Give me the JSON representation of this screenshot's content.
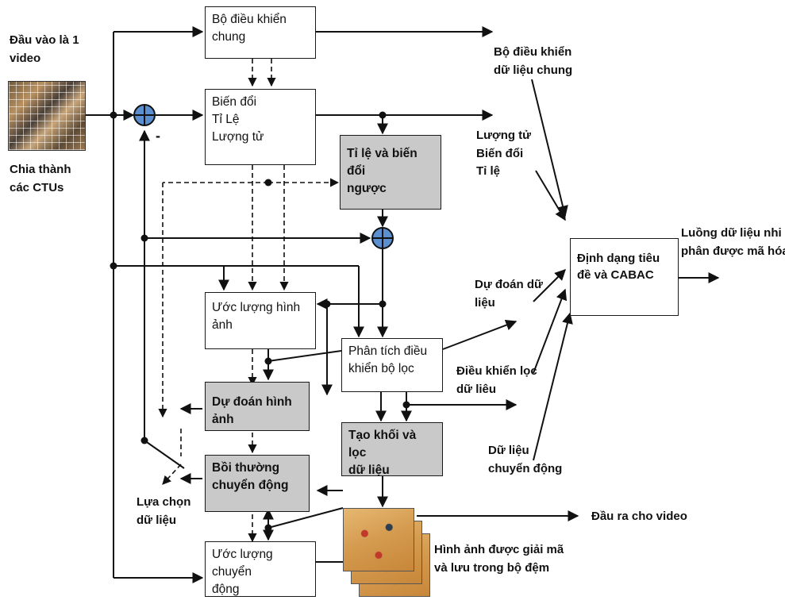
{
  "labels": {
    "input": [
      "Đầu vào là 1",
      "video"
    ],
    "split": [
      "Chia thành",
      "các CTUs"
    ],
    "general_control_data": [
      "Bộ điều khiển",
      "dữ liệu chung"
    ],
    "quant_transform": [
      "Lượng tử",
      "Biến đổi",
      "Tỉ lệ"
    ],
    "bitstream": [
      "Luồng dữ liệu nhi",
      "phân được mã hóa"
    ],
    "pred_data": [
      "Dự đoán dữ",
      "liệu"
    ],
    "filter_control_data": [
      "Điều khiển lọc",
      "dữ liêu"
    ],
    "motion_data": [
      "Dữ liệu",
      "chuyển động"
    ],
    "select_data": [
      "Lựa chọn",
      "dữ liệu"
    ],
    "output": "Đầu ra cho video",
    "decoded_buffer": [
      "Hình ảnh được giải mã",
      "và lưu trong bộ đệm"
    ],
    "minus_sign": "-"
  },
  "boxes": {
    "general_controller": [
      "Bộ điều khiển",
      "chung"
    ],
    "transform_quant": [
      "Biến đổi",
      "Tỉ Lệ",
      "Lượng tử"
    ],
    "inverse_scale_transform": [
      "Tỉ lệ và biến đổi",
      "ngược"
    ],
    "header_cabac": [
      "Định dạng tiêu",
      "đề và CABAC"
    ],
    "intra_estimation": [
      "Ước lượng hình",
      "ảnh"
    ],
    "filter_analysis": [
      "Phân tích điều",
      "khiển bộ lọc"
    ],
    "intra_prediction": [
      "Dự đoán hình ảnh"
    ],
    "deblock_filter": [
      "Tạo khối và lọc",
      "dữ liệu"
    ],
    "motion_compensation": [
      "Bồi thường",
      "chuyển động"
    ],
    "motion_estimation": [
      "Ước lượng chuyển",
      "động"
    ]
  }
}
